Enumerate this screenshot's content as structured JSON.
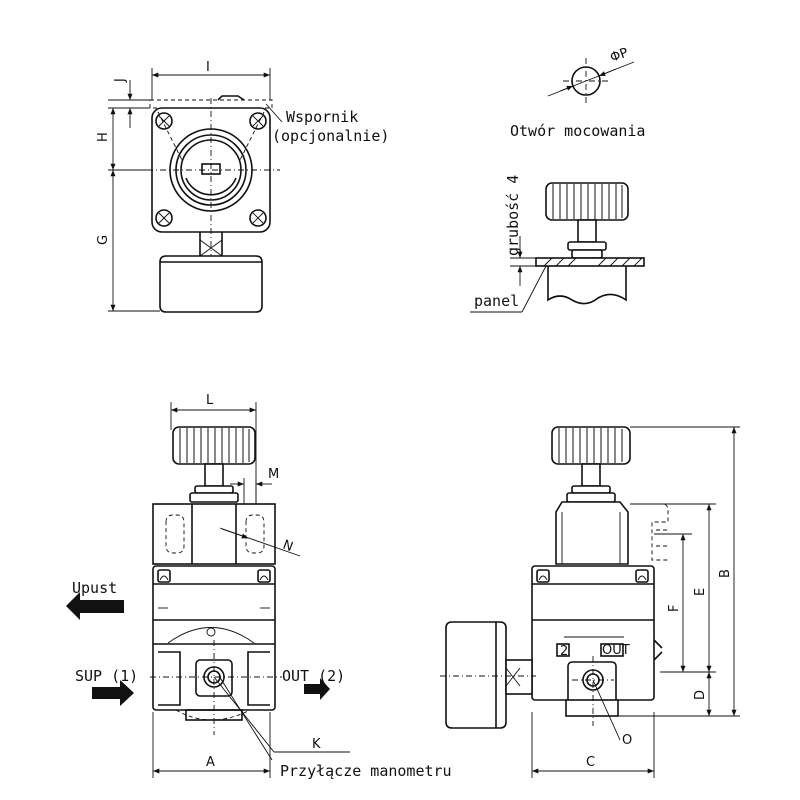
{
  "labels": {
    "bracket": "Wspornik",
    "bracket_optional": "(opcjonalnie)",
    "mount_hole": "Otwór mocowania",
    "thickness": "grubość 4",
    "panel": "panel",
    "exhaust": "Upust",
    "sup_port": "SUP (1)",
    "out_port": "OUT (2)",
    "gauge_port": "Przyłącze manometru",
    "port_2": "2",
    "port_out": "OUT"
  },
  "dimensions": {
    "J": "J",
    "I": "I",
    "H": "H",
    "G": "G",
    "P": "ΦP",
    "L": "L",
    "M": "M",
    "N": "N",
    "A": "A",
    "K": "K",
    "B": "B",
    "E": "E",
    "F": "F",
    "D": "D",
    "C": "C",
    "O": "O"
  }
}
